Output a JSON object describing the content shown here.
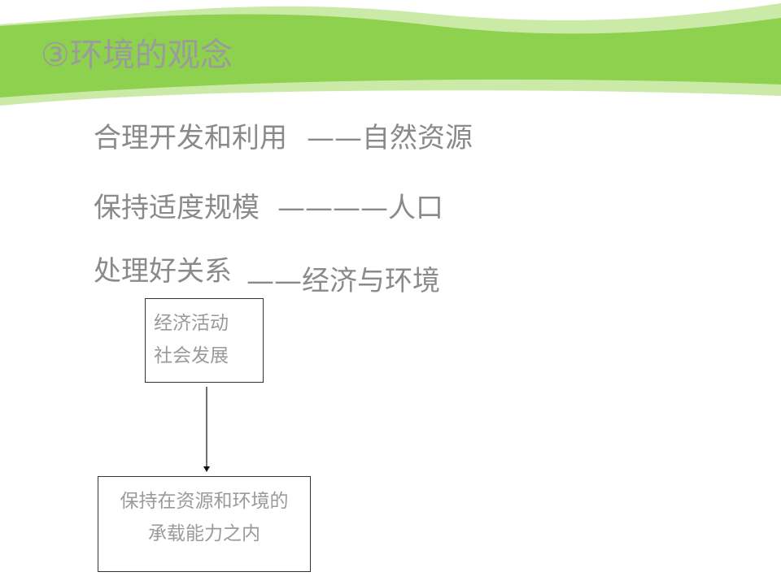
{
  "slide": {
    "title": "③环境的观念",
    "banner_colors": {
      "main": "#8dd14f",
      "light": "#cbeaa8"
    }
  },
  "items": [
    {
      "label": "合理开发和利用",
      "dash": "——",
      "target": "自然资源"
    },
    {
      "label": "保持适度规模",
      "dash": "————",
      "target": "人口"
    },
    {
      "label": "处理好关系",
      "dash": "——",
      "target": "经济与环境"
    }
  ],
  "flow": {
    "top_box": [
      "经济活动",
      "社会发展"
    ],
    "bottom_box": [
      "保持在资源和环境的",
      "承载能力之内"
    ]
  }
}
